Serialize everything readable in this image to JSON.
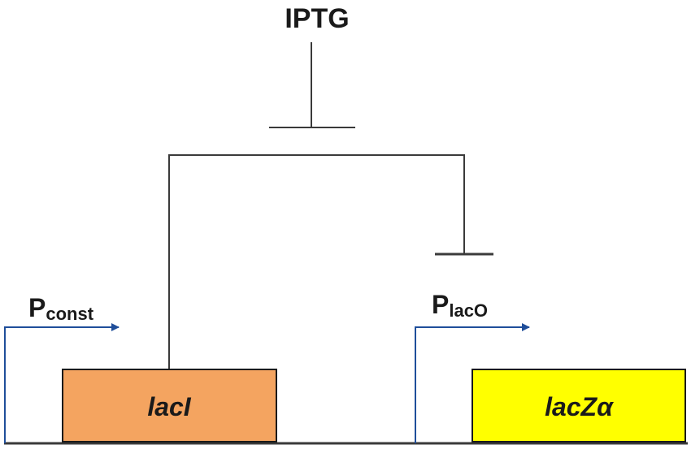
{
  "inducer": {
    "label": "IPTG"
  },
  "promoters": [
    {
      "main": "P",
      "subscript": "const"
    },
    {
      "main": "P",
      "subscript": "lacO"
    }
  ],
  "genes": [
    {
      "label": "lacI",
      "fill": "#F4A460"
    },
    {
      "label": "lacZα",
      "fill": "#FFFF00"
    }
  ],
  "colors": {
    "line": "#3a3a3a",
    "arrow": "#1F4E9A",
    "box_border": "#1a1a1a"
  }
}
